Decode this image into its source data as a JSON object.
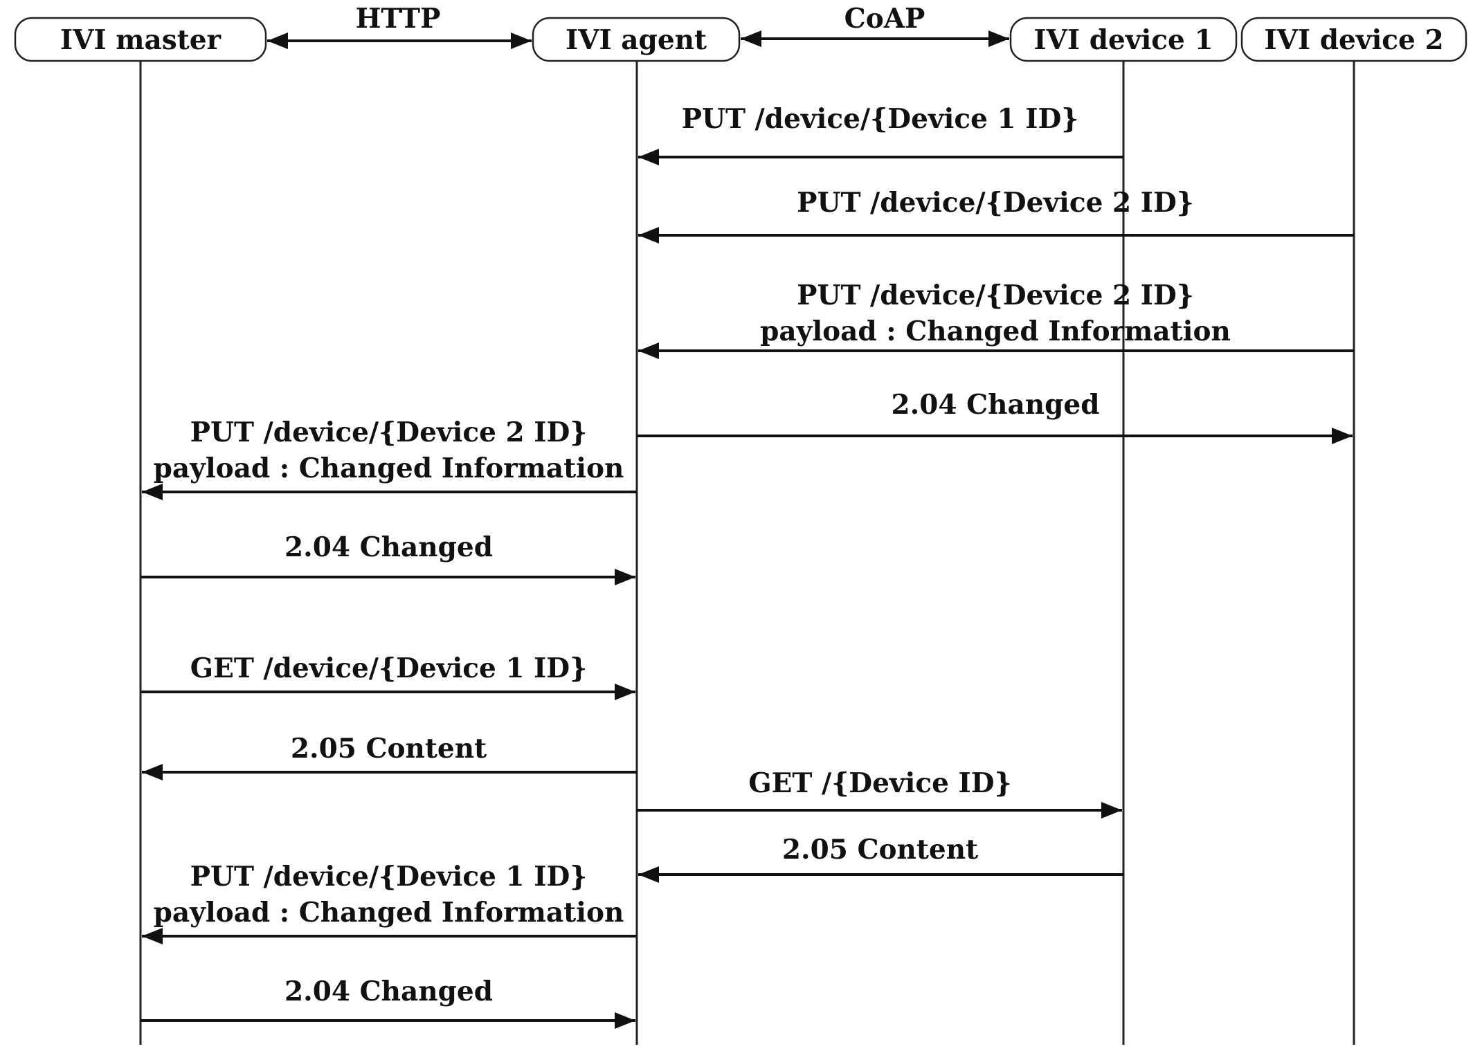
{
  "participants": [
    {
      "id": "master",
      "label": "IVI master"
    },
    {
      "id": "agent",
      "label": "IVI agent"
    },
    {
      "id": "dev1",
      "label": "IVI device 1"
    },
    {
      "id": "dev2",
      "label": "IVI device 2"
    }
  ],
  "protocols": [
    {
      "label": "HTTP"
    },
    {
      "label": "CoAP"
    }
  ],
  "messages": [
    {
      "lines": [
        "PUT /device/{Device 1 ID}"
      ]
    },
    {
      "lines": [
        "PUT /device/{Device 2 ID}"
      ]
    },
    {
      "lines": [
        "PUT /device/{Device 2 ID}",
        "payload : Changed Information"
      ]
    },
    {
      "lines": [
        "2.04 Changed"
      ]
    },
    {
      "lines": [
        "PUT /device/{Device 2 ID}",
        "payload : Changed Information"
      ]
    },
    {
      "lines": [
        "2.04 Changed"
      ]
    },
    {
      "lines": [
        "GET /device/{Device 1 ID}"
      ]
    },
    {
      "lines": [
        "2.05 Content"
      ]
    },
    {
      "lines": [
        "GET /{Device ID}"
      ]
    },
    {
      "lines": [
        "2.05 Content"
      ]
    },
    {
      "lines": [
        "PUT /device/{Device 1 ID}",
        "payload : Changed Information"
      ]
    },
    {
      "lines": [
        "2.04 Changed"
      ]
    }
  ]
}
